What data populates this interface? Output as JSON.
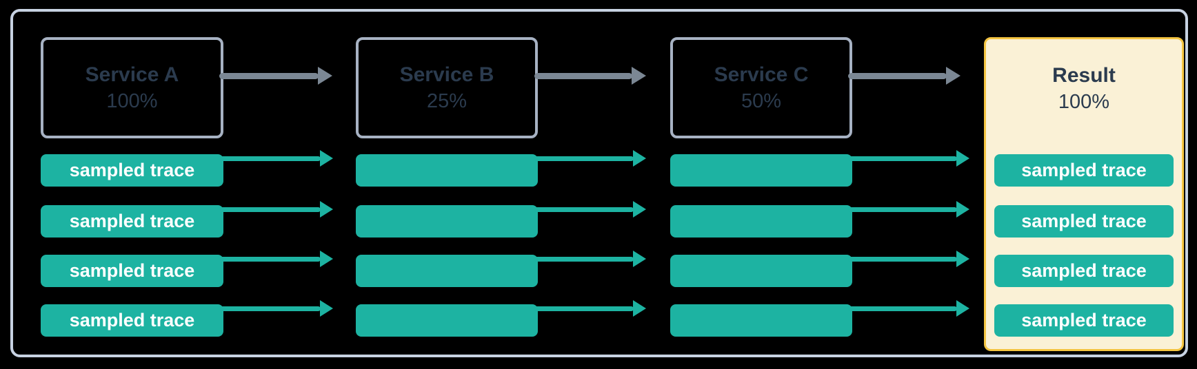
{
  "diagram": {
    "name": "trace-sampling-flow",
    "columns": [
      {
        "id": "service-a",
        "label": "Service A",
        "value": "100%",
        "traces": [
          "sampled trace",
          "sampled trace",
          "sampled trace",
          "sampled trace"
        ]
      },
      {
        "id": "service-b",
        "label": "Service B",
        "value": "25%",
        "traces": [
          "",
          "",
          "",
          ""
        ]
      },
      {
        "id": "service-c",
        "label": "Service C",
        "value": "50%",
        "traces": [
          "",
          "",
          "",
          ""
        ]
      },
      {
        "id": "result",
        "label": "Result",
        "value": "100%",
        "highlighted": true,
        "traces": [
          "sampled trace",
          "sampled trace",
          "sampled trace",
          "sampled trace"
        ]
      }
    ],
    "colors": {
      "teal": "#1DB3A2",
      "arrow_gray": "#7B8794",
      "text_dark": "#2B3B4E",
      "trace_text": "#FFFFFF",
      "result_bg": "#FAF1D6",
      "result_border": "#F4C542",
      "frame_border": "#C7D2E2",
      "box_border": "#A7B2C3",
      "background": "#000000"
    }
  }
}
